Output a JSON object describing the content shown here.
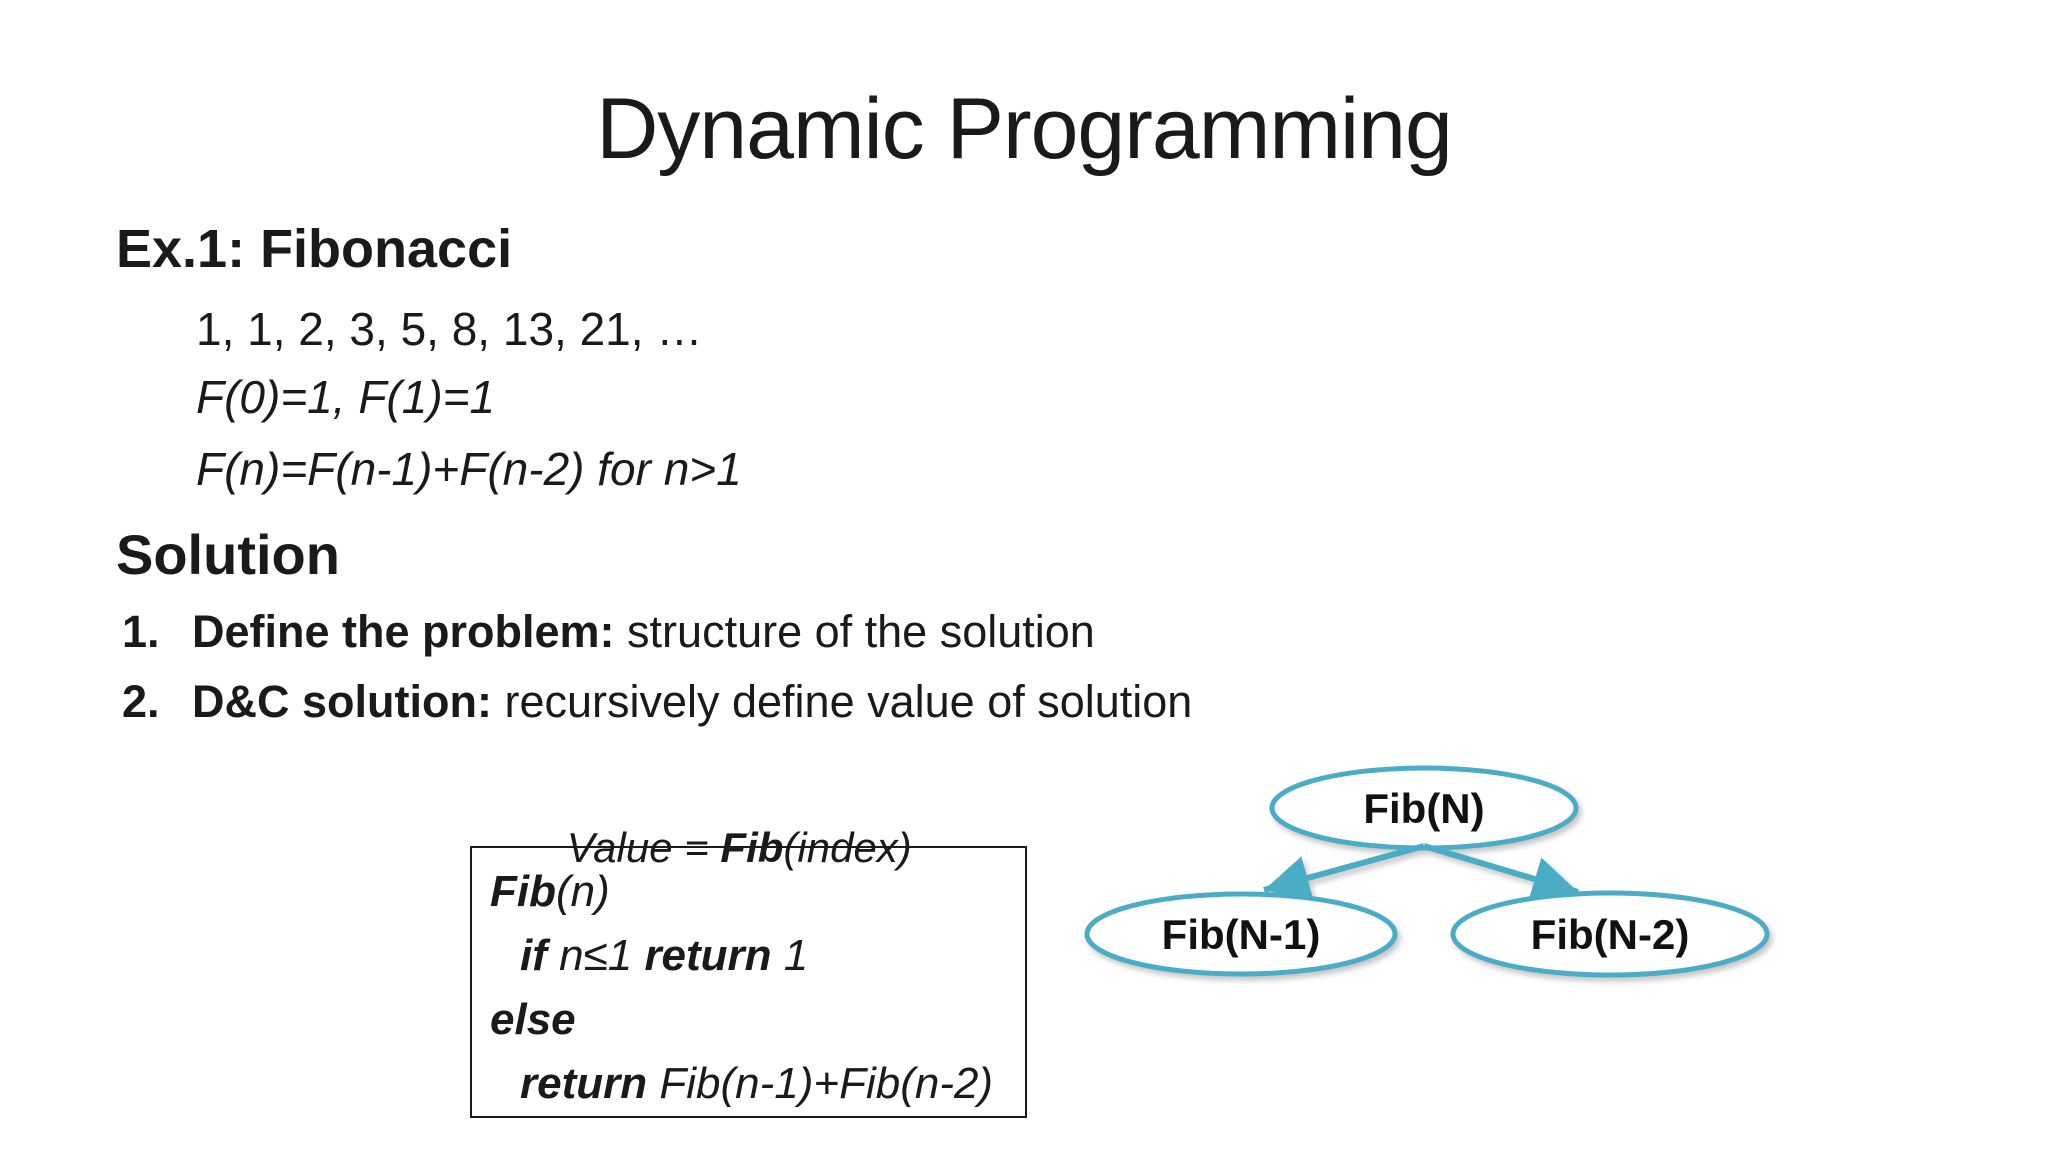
{
  "slide": {
    "title": "Dynamic Programming",
    "example": {
      "heading": "Ex.1: Fibonacci",
      "sequence": "1, 1, 2, 3, 5, 8, 13, 21, …",
      "base_case": "F(0)=1, F(1)=1",
      "recurrence": "F(n)=F(n-1)+F(n-2) for n>1"
    },
    "solution": {
      "heading": "Solution",
      "steps": [
        {
          "number": "1.",
          "lead": "Define the problem:",
          "rest": " structure of the solution"
        },
        {
          "number": "2.",
          "lead": "D&C solution:",
          "rest": " recursively define value of solution"
        }
      ]
    },
    "value_caption": {
      "prefix": "Value = ",
      "fib": "Fib",
      "suffix": "(index)"
    },
    "code_box": {
      "line1": {
        "keyword": "Fib",
        "rest": "(n)"
      },
      "line2": {
        "kw1": "if",
        "cond": " n≤1 ",
        "kw2": "return",
        "value": " 1"
      },
      "line3": {
        "keyword": "else"
      },
      "line4": {
        "keyword": "return",
        "rest": " Fib(n-1)+Fib(n-2)"
      }
    },
    "diagram": {
      "root_label": "Fib(N)",
      "left_child_label": "Fib(N-1)",
      "right_child_label": "Fib(N-2)",
      "accent_color": "#4BACC6",
      "node_fill": "#ffffff"
    }
  }
}
